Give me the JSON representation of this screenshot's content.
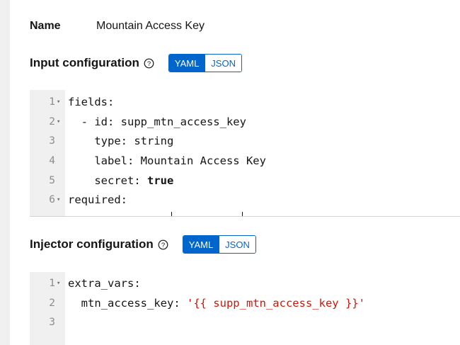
{
  "name_row": {
    "label": "Name",
    "value": "Mountain Access Key"
  },
  "input_config": {
    "title": "Input configuration",
    "toggle": {
      "yaml": "YAML",
      "json": "JSON",
      "selected": "YAML"
    },
    "lines": [
      {
        "num": "1",
        "fold": true,
        "indent": "",
        "parts": [
          {
            "t": "fields:"
          }
        ]
      },
      {
        "num": "2",
        "fold": true,
        "indent": "  ",
        "parts": [
          {
            "t": "- id: supp_mtn_access_key"
          }
        ]
      },
      {
        "num": "3",
        "fold": false,
        "indent": "    ",
        "parts": [
          {
            "t": "type: string"
          }
        ]
      },
      {
        "num": "4",
        "fold": false,
        "indent": "    ",
        "parts": [
          {
            "t": "label: Mountain Access Key"
          }
        ]
      },
      {
        "num": "5",
        "fold": false,
        "indent": "    ",
        "parts": [
          {
            "t": "secret: "
          },
          {
            "t": "true",
            "s": "bold"
          }
        ]
      },
      {
        "num": "6",
        "fold": true,
        "indent": "",
        "parts": [
          {
            "t": "required:"
          }
        ]
      }
    ]
  },
  "injector_config": {
    "title": "Injector configuration",
    "toggle": {
      "yaml": "YAML",
      "json": "JSON",
      "selected": "YAML"
    },
    "lines": [
      {
        "num": "1",
        "fold": true,
        "indent": "",
        "parts": [
          {
            "t": "extra_vars:"
          }
        ]
      },
      {
        "num": "2",
        "fold": false,
        "indent": "  ",
        "parts": [
          {
            "t": "mtn_access_key: "
          },
          {
            "t": "'{{ supp_mtn_access_key }}'",
            "s": "string"
          }
        ]
      },
      {
        "num": "3",
        "fold": false,
        "indent": "",
        "parts": []
      }
    ]
  },
  "colors": {
    "accent": "#0066cc",
    "string": "#c9190b",
    "gutter": "#f0f0f0"
  }
}
